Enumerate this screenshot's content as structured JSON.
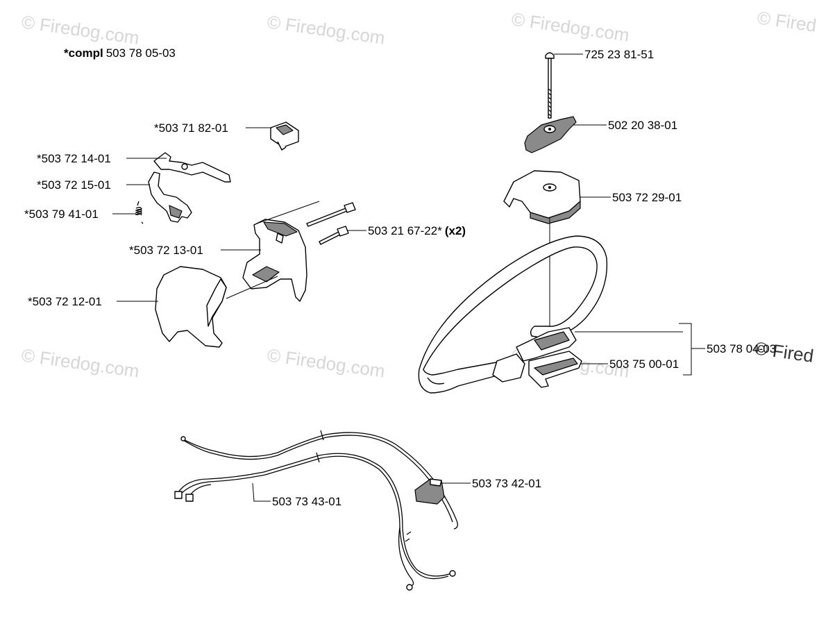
{
  "watermark": "© Firedog.com",
  "watermark_partial": "© Fired",
  "compl": {
    "prefix": "*compl",
    "number": "503 78 05-03"
  },
  "labels": {
    "p1": "*503 71 82-01",
    "p2": "*503 72 14-01",
    "p3": "*503 72 15-01",
    "p4": "*503 79 41-01",
    "p5": "*503 72 13-01",
    "p6": "*503 72 12-01",
    "p7": "503 21 67-22*",
    "p7_qty": "(x2)",
    "p8": "725 23 81-51",
    "p9": "502 20 38-01",
    "p10": "503 72 29-01",
    "p11": "503 78 04-03",
    "p12": "503 75 00-01",
    "p13": "503 73 42-01",
    "p14": "503 73 43-01"
  }
}
